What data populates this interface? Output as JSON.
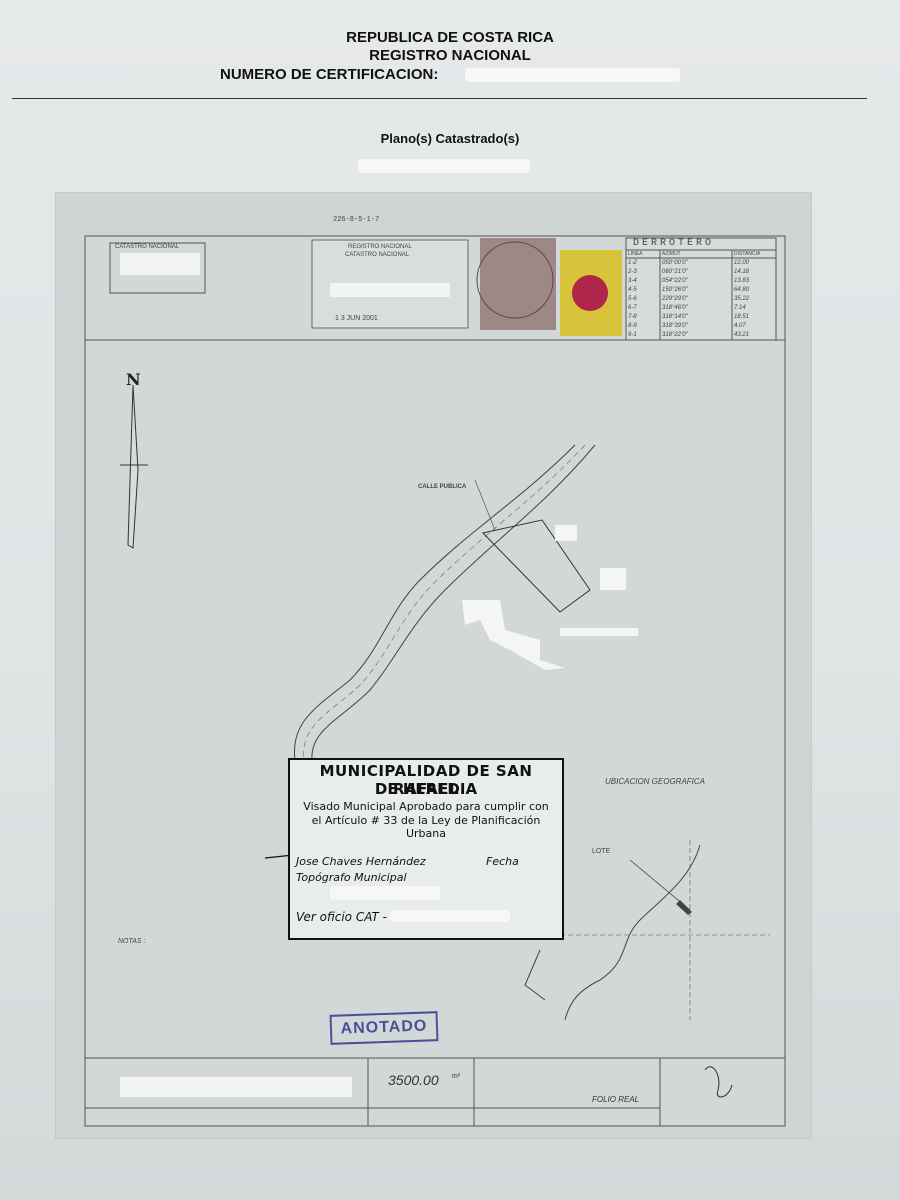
{
  "header": {
    "country": "REPUBLICA DE COSTA RICA",
    "registry": "REGISTRO NACIONAL",
    "cert_label": "NUMERO DE CERTIFICACION:"
  },
  "subtitle": "Plano(s) Catastrado(s)",
  "plan": {
    "top_code": "226-8-5-1-7",
    "catastro_box": "CATASTRO NACIONAL",
    "registro_stamp": {
      "line1": "REGISTRO NACIONAL",
      "line2": "CATASTRO NACIONAL",
      "date": "1 3 JUN 2001"
    },
    "derrotero": {
      "title": "DERROTERO",
      "headers": [
        "LINEA",
        "AZIMUT",
        "DISTANCIA"
      ],
      "rows": [
        [
          "1-2",
          "050°00'0\"",
          "12.00"
        ],
        [
          "2-3",
          "060°21'0\"",
          "14.18"
        ],
        [
          "3-4",
          "054°22'0\"",
          "13.83"
        ],
        [
          "4-5",
          "150°26'0\"",
          "64.80"
        ],
        [
          "5-6",
          "229°29'0\"",
          "35.22"
        ],
        [
          "6-7",
          "318°46'0\"",
          "7.14"
        ],
        [
          "7-8",
          "318°14'0\"",
          "18.51"
        ],
        [
          "8-9",
          "318°39'0\"",
          "4.07"
        ],
        [
          "9-1",
          "318°22'0\"",
          "43.21"
        ]
      ]
    },
    "north": "N",
    "calle_publica": "CALLE PUBLICA",
    "ubicacion": "UBICACION GEOGRAFICA",
    "lote": "LOTE",
    "notas_title": "NOTAS :",
    "area_value": "3500.00",
    "area_unit": "m²",
    "folio": "FOLIO REAL",
    "anotado": "ANOTADO"
  },
  "muni_stamp": {
    "title": "MUNICIPALIDAD DE SAN RAFAEL",
    "title2": "DE HEREDIA",
    "line1": "Visado Municipal Aprobado para cumplir con",
    "line2": "el Artículo # 33 de la Ley de Planificación Urbana",
    "signer": "Jose Chaves Hernández",
    "fecha": "Fecha",
    "role": "Topógrafo Municipal",
    "oficio": "Ver oficio CAT -"
  }
}
